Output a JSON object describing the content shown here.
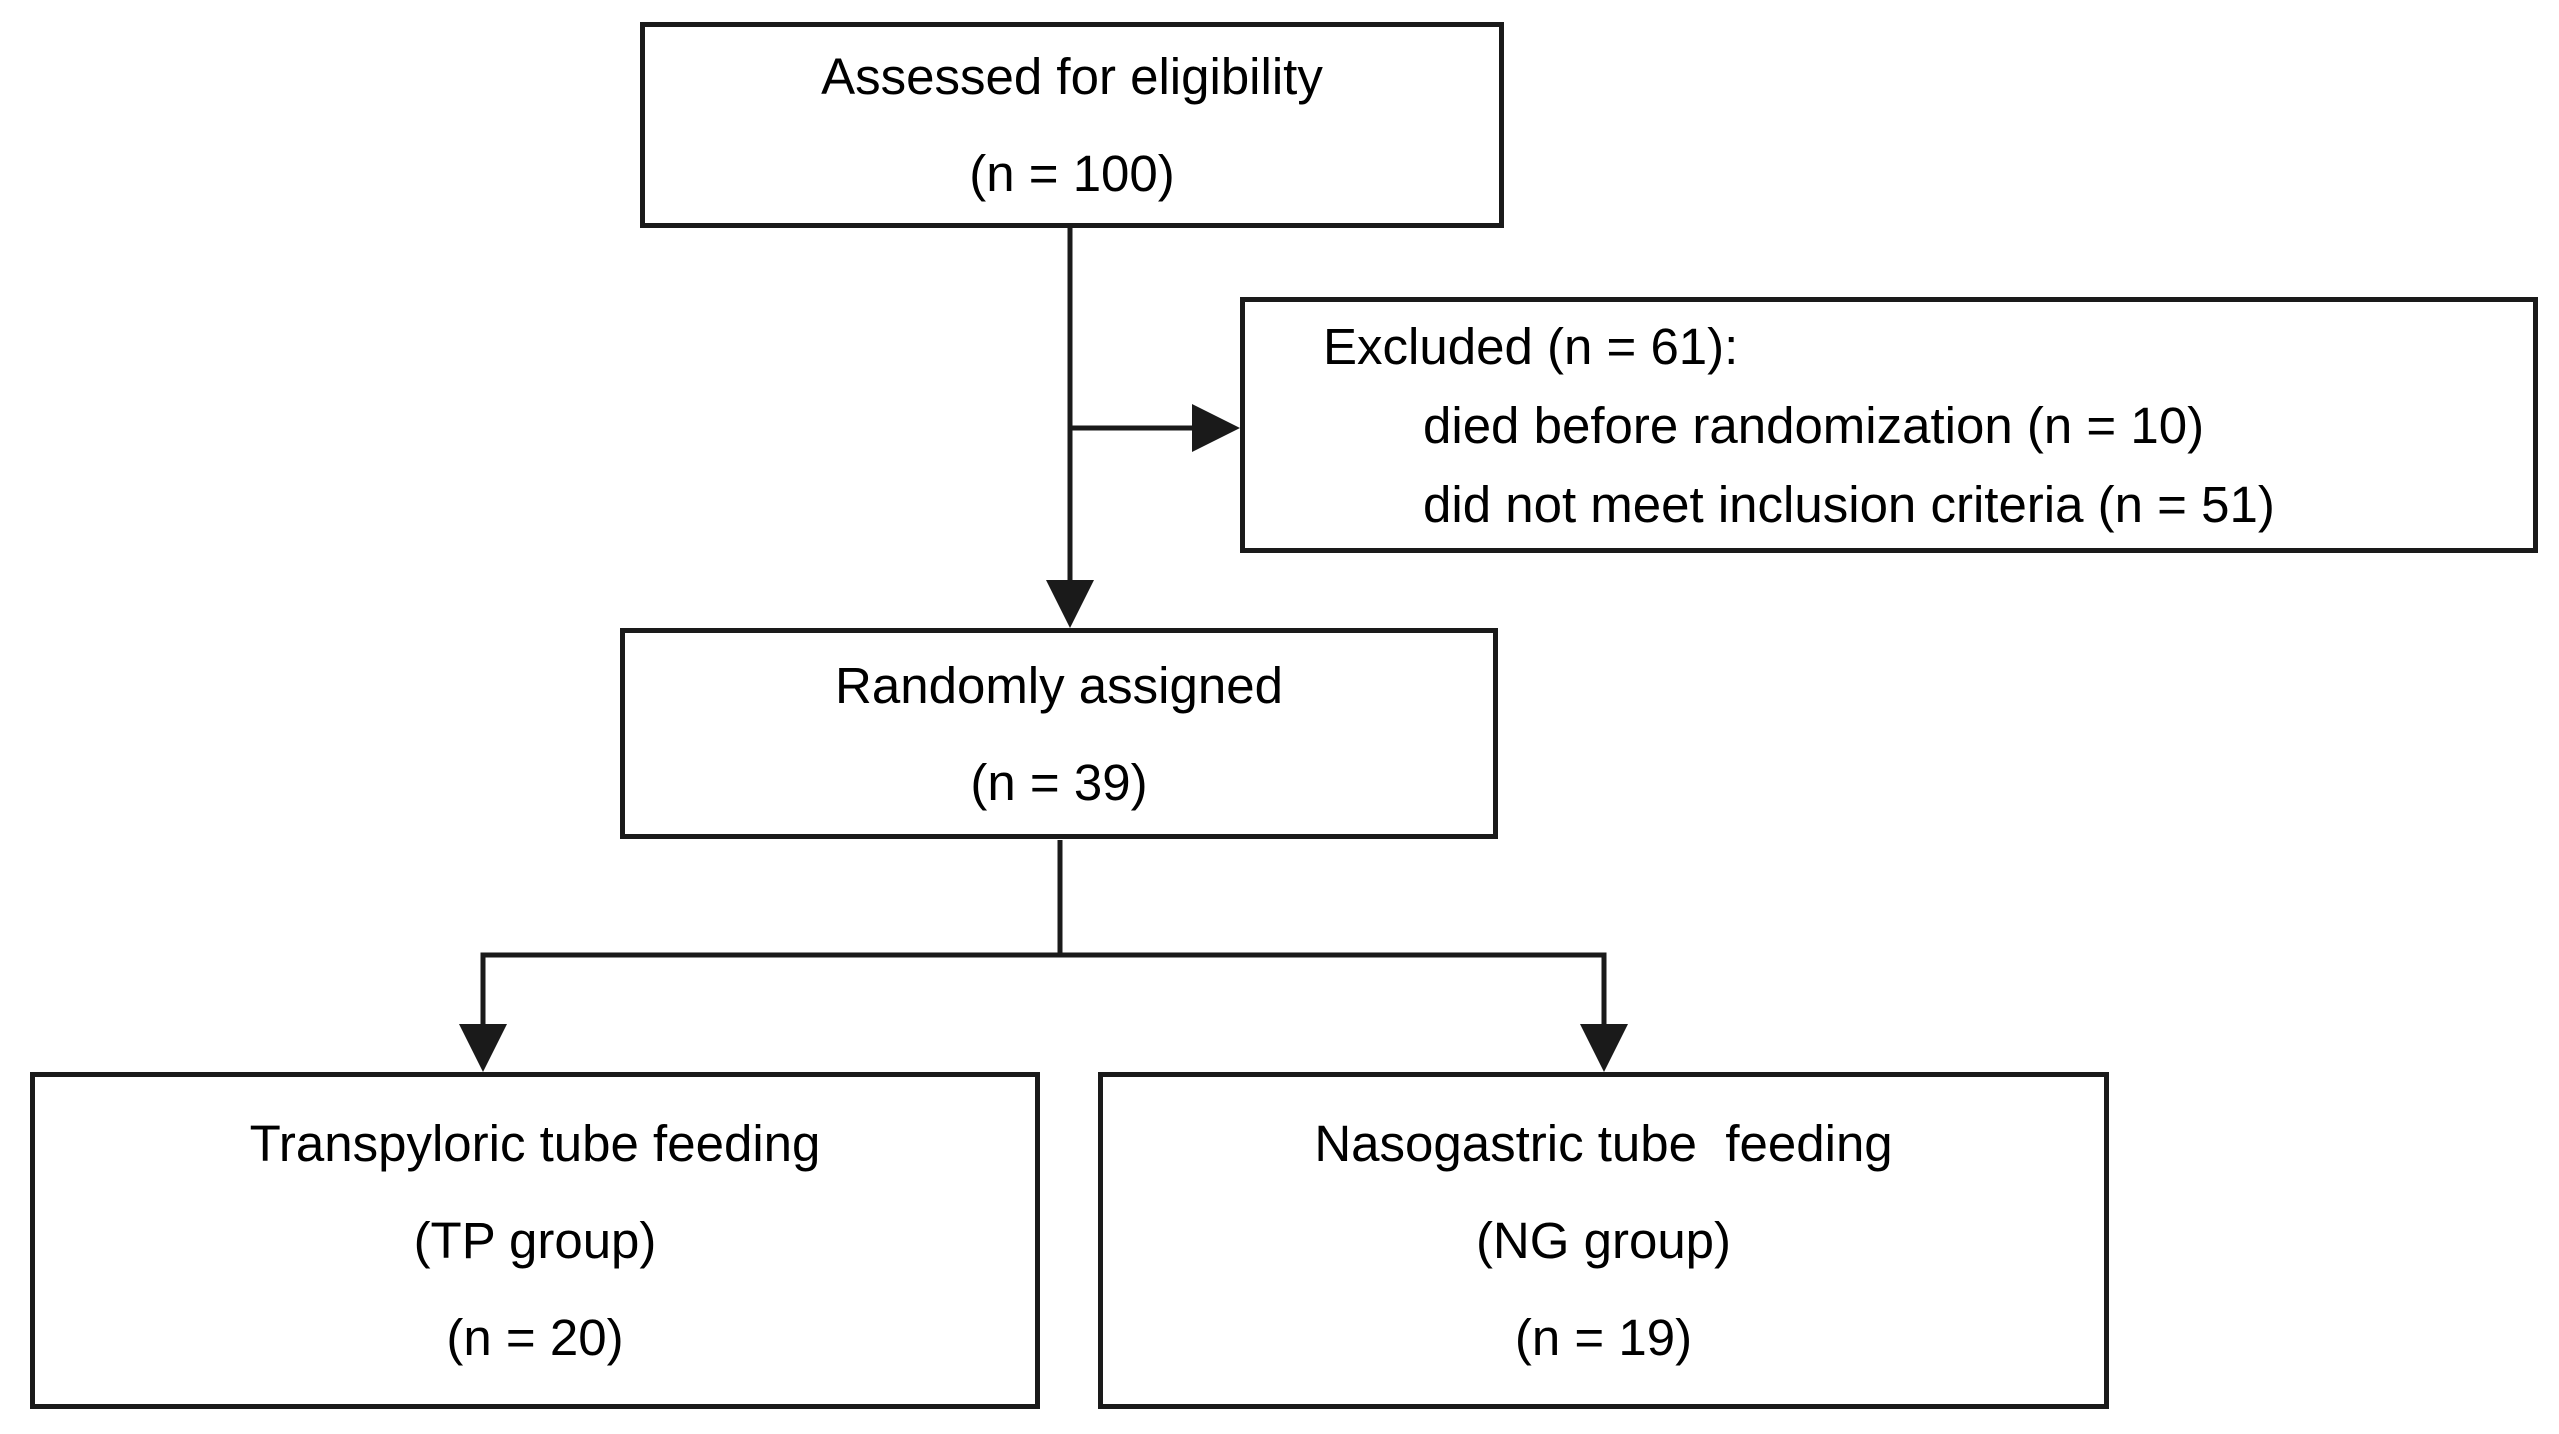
{
  "diagram": {
    "type": "consort-flow-diagram",
    "title": "CONSORT participant flow diagram",
    "colors": {
      "line": "#1a1a1a",
      "box_border": "#1a1a1a",
      "box_fill": "#ffffff",
      "text": "#000000",
      "background": "#ffffff"
    },
    "nodes": [
      {
        "id": "assessed",
        "name": "assessed-for-eligibility",
        "align": "center",
        "lines": [
          "Assessed for eligibility",
          "(n = 100)"
        ],
        "n": 100
      },
      {
        "id": "excluded",
        "name": "excluded",
        "align": "left",
        "lines": [
          "Excluded (n = 61):",
          "died before randomization (n = 10)",
          "did not meet inclusion criteria (n = 51)"
        ],
        "n": 61,
        "reasons": [
          {
            "label": "died before randomization",
            "n": 10
          },
          {
            "label": "did not meet inclusion criteria",
            "n": 51
          }
        ]
      },
      {
        "id": "randomized",
        "name": "randomly-assigned",
        "align": "center",
        "lines": [
          "Randomly assigned",
          "(n = 39)"
        ],
        "n": 39
      },
      {
        "id": "tp",
        "name": "transpyloric-tube-feeding-arm",
        "align": "center",
        "lines": [
          "Transpyloric tube feeding",
          "(TP group)",
          "(n = 20)"
        ],
        "group_code": "TP",
        "n": 20
      },
      {
        "id": "ng",
        "name": "nasogastric-tube-feeding-arm",
        "align": "center",
        "lines": [
          "Nasogastric tube  feeding",
          "(NG group)",
          "(n = 19)"
        ],
        "group_code": "NG",
        "n": 19
      }
    ],
    "edges": [
      {
        "from": "assessed",
        "to": "excluded",
        "style": "elbow-right",
        "arrow": true
      },
      {
        "from": "assessed",
        "to": "randomized",
        "style": "vertical",
        "arrow": true
      },
      {
        "from": "randomized",
        "to": "tp",
        "style": "split-left",
        "arrow": true
      },
      {
        "from": "randomized",
        "to": "ng",
        "style": "split-right",
        "arrow": true
      }
    ]
  }
}
